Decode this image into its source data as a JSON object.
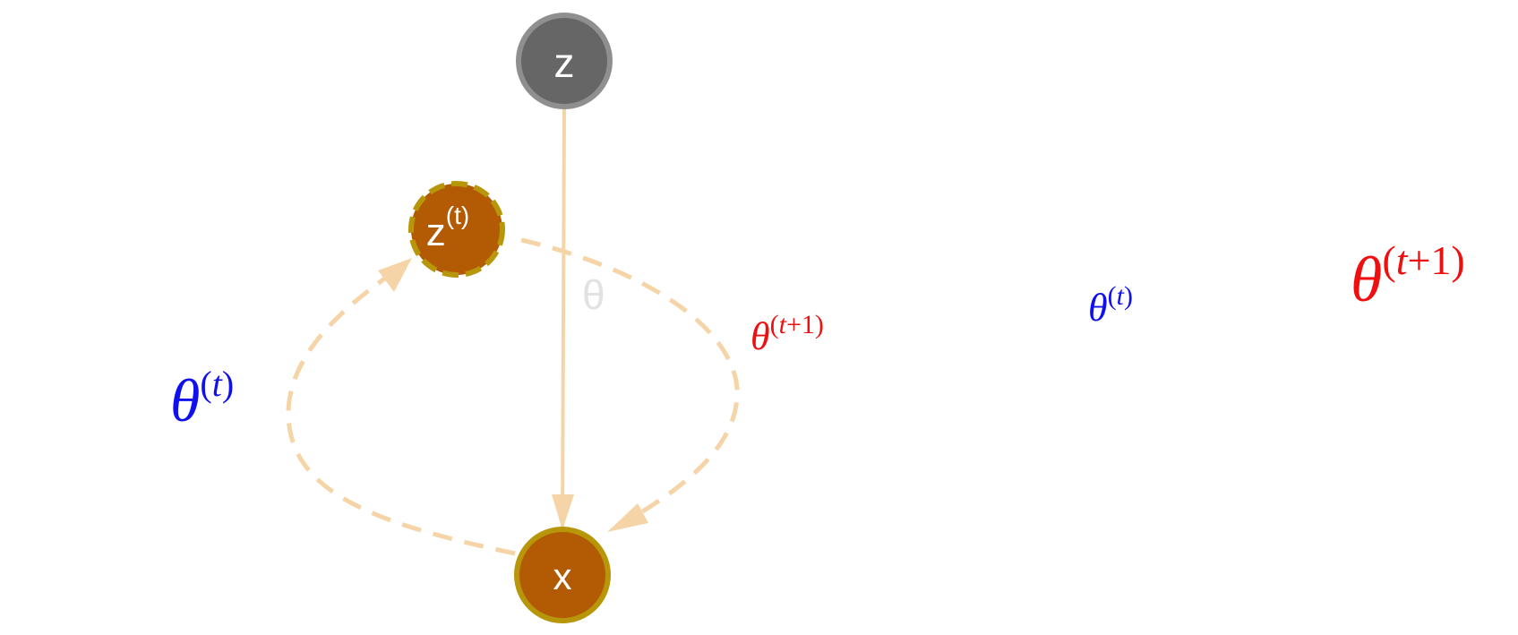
{
  "diagram": {
    "nodes": {
      "z": {
        "label": "z",
        "fill": "#666666",
        "stroke": "#8f8f8f"
      },
      "z_t": {
        "label": "z",
        "sup": "(t)",
        "fill": "#b35a05",
        "stroke": "#b8960a"
      },
      "x": {
        "label": "x",
        "fill": "#b35a05",
        "stroke": "#b8960a"
      }
    },
    "edges": {
      "z_to_x": {
        "label": "θ",
        "color": "#f5d5a8",
        "label_color": "#e2e2e2"
      },
      "x_to_z_t": {
        "color": "#f5d5a8",
        "style": "dashed"
      },
      "z_t_to_x": {
        "color": "#f5d5a8",
        "style": "dashed"
      }
    },
    "annotations": {
      "theta_t_left": {
        "base": "θ",
        "sup_open": "(",
        "sup_var": "t",
        "sup_close": ")",
        "color": "#1010ee"
      },
      "theta_t1_mid": {
        "base": "θ",
        "sup_open": "(",
        "sup_var": "t",
        "sup_rest": "+1)",
        "color": "#ee1010"
      },
      "theta_t_right": {
        "base": "θ",
        "sup_open": "(",
        "sup_var": "t",
        "sup_close": ")",
        "color": "#1010ee"
      },
      "theta_t1_right": {
        "base": "θ",
        "sup_open": "(",
        "sup_var": "t",
        "sup_rest": "+1)",
        "color": "#ee1010"
      }
    }
  }
}
